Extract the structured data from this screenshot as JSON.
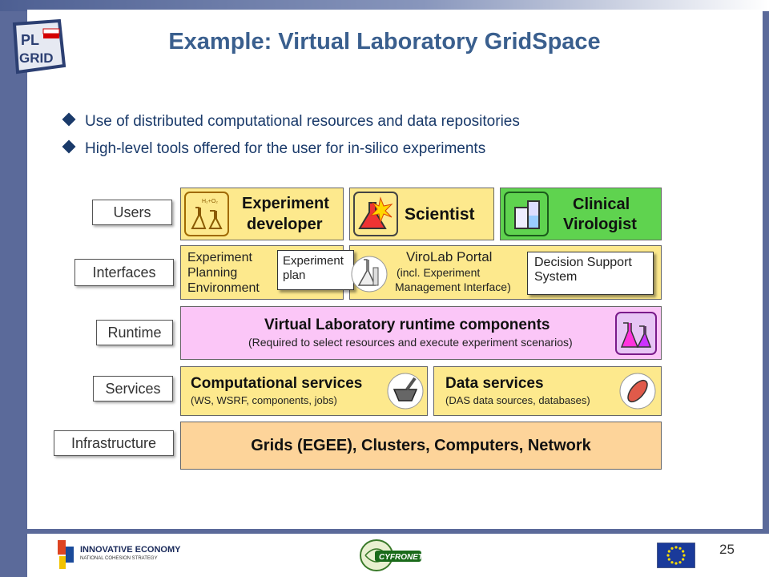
{
  "logo": {
    "line1": "PL",
    "line2": "GRID"
  },
  "title": "Example: Virtual Laboratory GridSpace",
  "bullets": [
    "Use of distributed computational resources and data repositories",
    "High-level tools offered for the user  for  in-silico experiments"
  ],
  "layers": [
    "Users",
    "Interfaces",
    "Runtime",
    "Services",
    "Infrastructure"
  ],
  "users": {
    "dev": {
      "l1": "Experiment",
      "l2": "developer"
    },
    "sci": "Scientist",
    "vir": {
      "l1": "Clinical",
      "l2": "Virologist"
    }
  },
  "interfaces": {
    "epe": [
      "Experiment",
      "Planning",
      "Environment"
    ],
    "plan": [
      "Experiment",
      "plan"
    ],
    "portal": [
      "ViroLab Portal",
      "(incl. Experiment",
      "Management Interface)"
    ],
    "dss": [
      "Decision Support",
      "System"
    ]
  },
  "runtime": {
    "title": "Virtual Laboratory runtime components",
    "sub": "(Required to select resources and execute experiment scenarios)"
  },
  "services": {
    "comp": {
      "title": "Computational services",
      "sub": "(WS, WSRF, components, jobs)"
    },
    "data": {
      "title": "Data services",
      "sub": "(DAS data sources, databases)"
    }
  },
  "infra": "Grids (EGEE), Clusters, Computers, Network",
  "footer": {
    "ie": "INNOVATIVE ECONOMY",
    "ie_sub": "NATIONAL COHESION STRATEGY",
    "cyf": "CYFRONET",
    "page": "25"
  },
  "icons": [
    "flask-icon",
    "explosion-flask-icon",
    "beaker-icon",
    "chemistry-icon",
    "mortar-icon",
    "virus-icon",
    "eu-flag-icon"
  ]
}
